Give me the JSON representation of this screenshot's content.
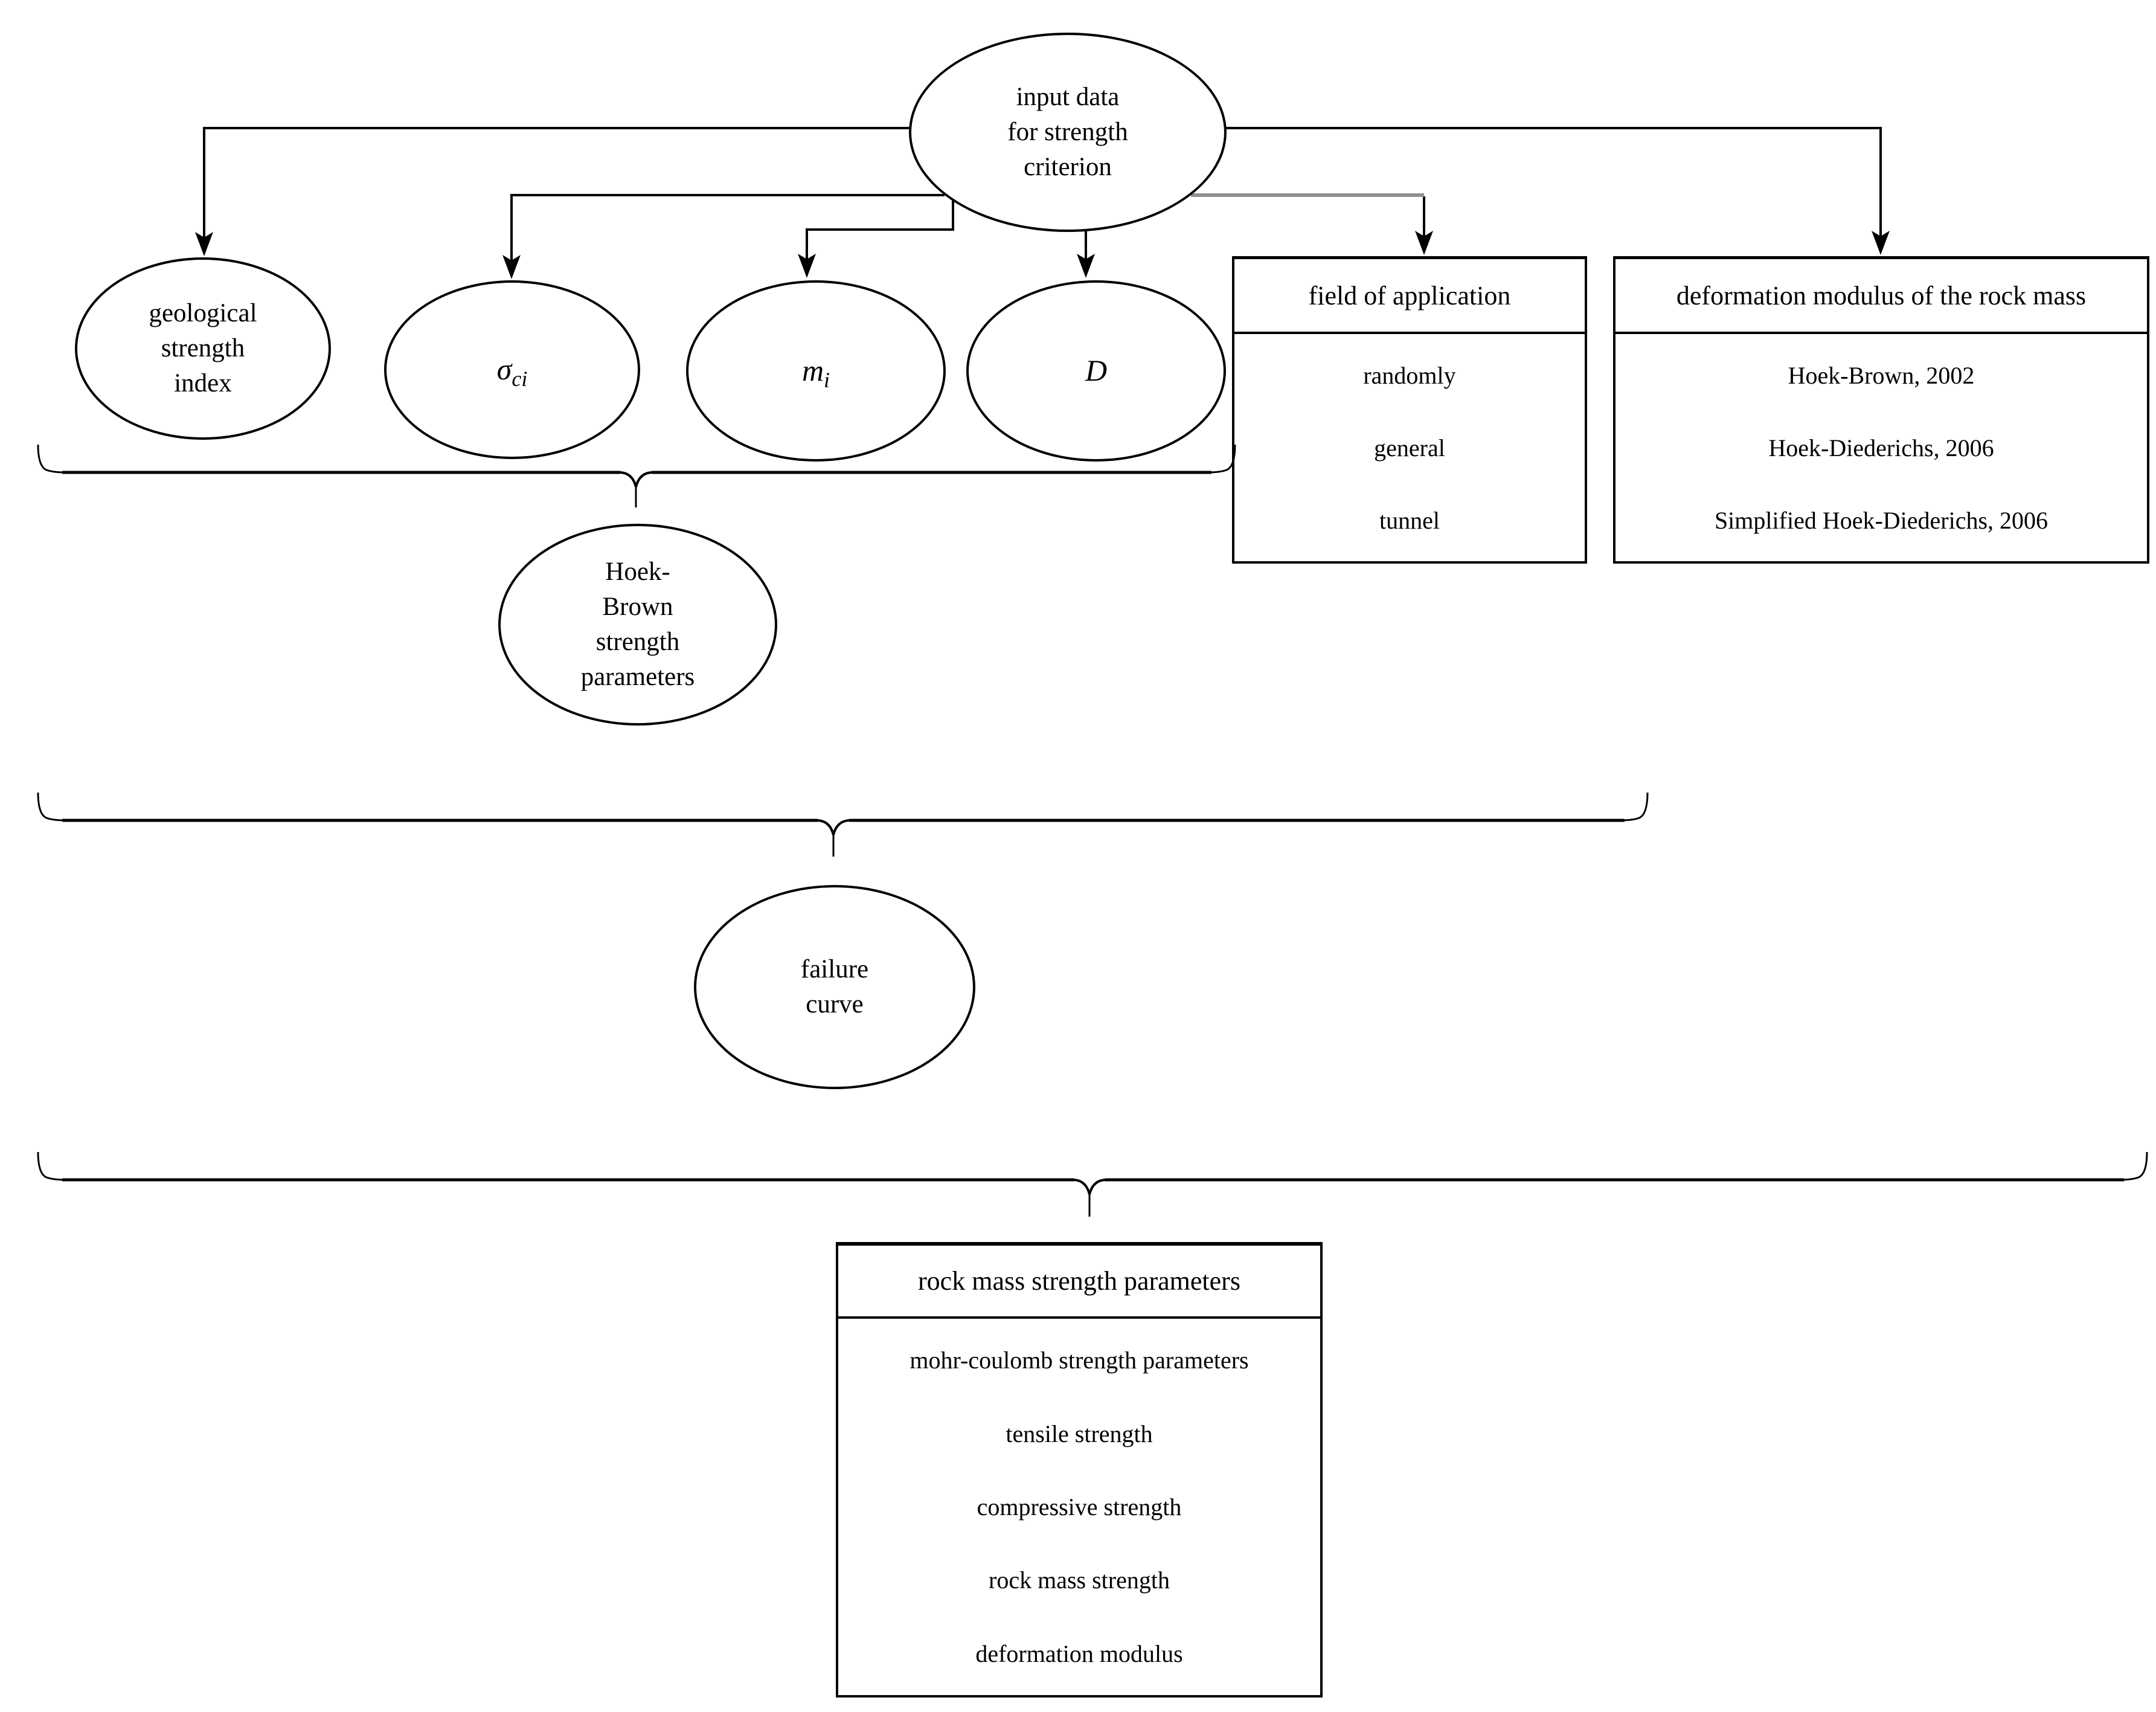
{
  "colors": {
    "line": "#000000",
    "gray_line": "#8f8f8f",
    "text": "#000000",
    "background": "#ffffff"
  },
  "nodes": {
    "input_data": {
      "lines": [
        "input data",
        "for strength",
        "criterion"
      ]
    },
    "geological_strength_index": {
      "lines": [
        "geological",
        "strength",
        "index"
      ]
    },
    "sigma_ci": {
      "symbol": "σ",
      "subscript": "ci"
    },
    "m_i": {
      "symbol": "m",
      "subscript": "i"
    },
    "d": {
      "symbol": "D",
      "subscript": ""
    },
    "hoek_brown": {
      "lines": [
        "Hoek-",
        "Brown",
        "strength",
        "parameters"
      ]
    },
    "failure_curve": {
      "lines": [
        "failure",
        "curve"
      ]
    }
  },
  "boxes": {
    "field_of_application": {
      "header": "field of application",
      "items": [
        "randomly",
        "general",
        "tunnel"
      ]
    },
    "deformation_modulus_rock_mass": {
      "header": "deformation modulus of the rock mass",
      "items": [
        "Hoek-Brown, 2002",
        "Hoek-Diederichs, 2006",
        "Simplified Hoek-Diederichs, 2006"
      ]
    },
    "rock_mass_strength_parameters": {
      "header": "rock mass strength parameters",
      "items": [
        "mohr-coulomb strength parameters",
        "tensile strength",
        "compressive strength",
        "rock mass strength",
        "deformation modulus"
      ]
    }
  }
}
